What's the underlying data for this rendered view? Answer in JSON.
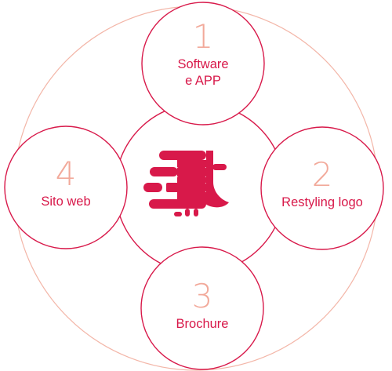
{
  "colors": {
    "primary": "#d8194a",
    "number": "#f2a99a",
    "outer_ring": "#f3b6a8"
  },
  "logo": {
    "icon": "brand-mark-icon"
  },
  "steps": [
    {
      "number": "1",
      "label": "Software\ne APP"
    },
    {
      "number": "2",
      "label": "Restyling logo"
    },
    {
      "number": "3",
      "label": "Brochure"
    },
    {
      "number": "4",
      "label": "Sito web"
    }
  ]
}
